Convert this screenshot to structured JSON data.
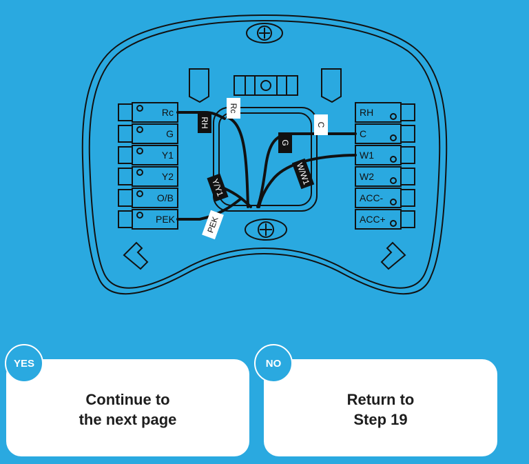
{
  "diagram": {
    "left_terminals": [
      "Rc",
      "G",
      "Y1",
      "Y2",
      "O/B",
      "PEK"
    ],
    "right_terminals": [
      "RH",
      "C",
      "W1",
      "W2",
      "ACC-",
      "ACC+"
    ],
    "wire_labels": {
      "rh": "RH",
      "rc": "Rc",
      "c": "C",
      "g": "G",
      "w": "W/W1",
      "y": "Y/Y1",
      "pek": "PEK"
    }
  },
  "options": {
    "yes": {
      "badge": "YES",
      "line1": "Continue to",
      "line2": "the next page"
    },
    "no": {
      "badge": "NO",
      "line1": "Return to",
      "line2": "Step 19"
    }
  },
  "colors": {
    "background": "#2aa9e0",
    "plate": "#2aa9e0",
    "line": "#111111",
    "card": "#ffffff"
  }
}
